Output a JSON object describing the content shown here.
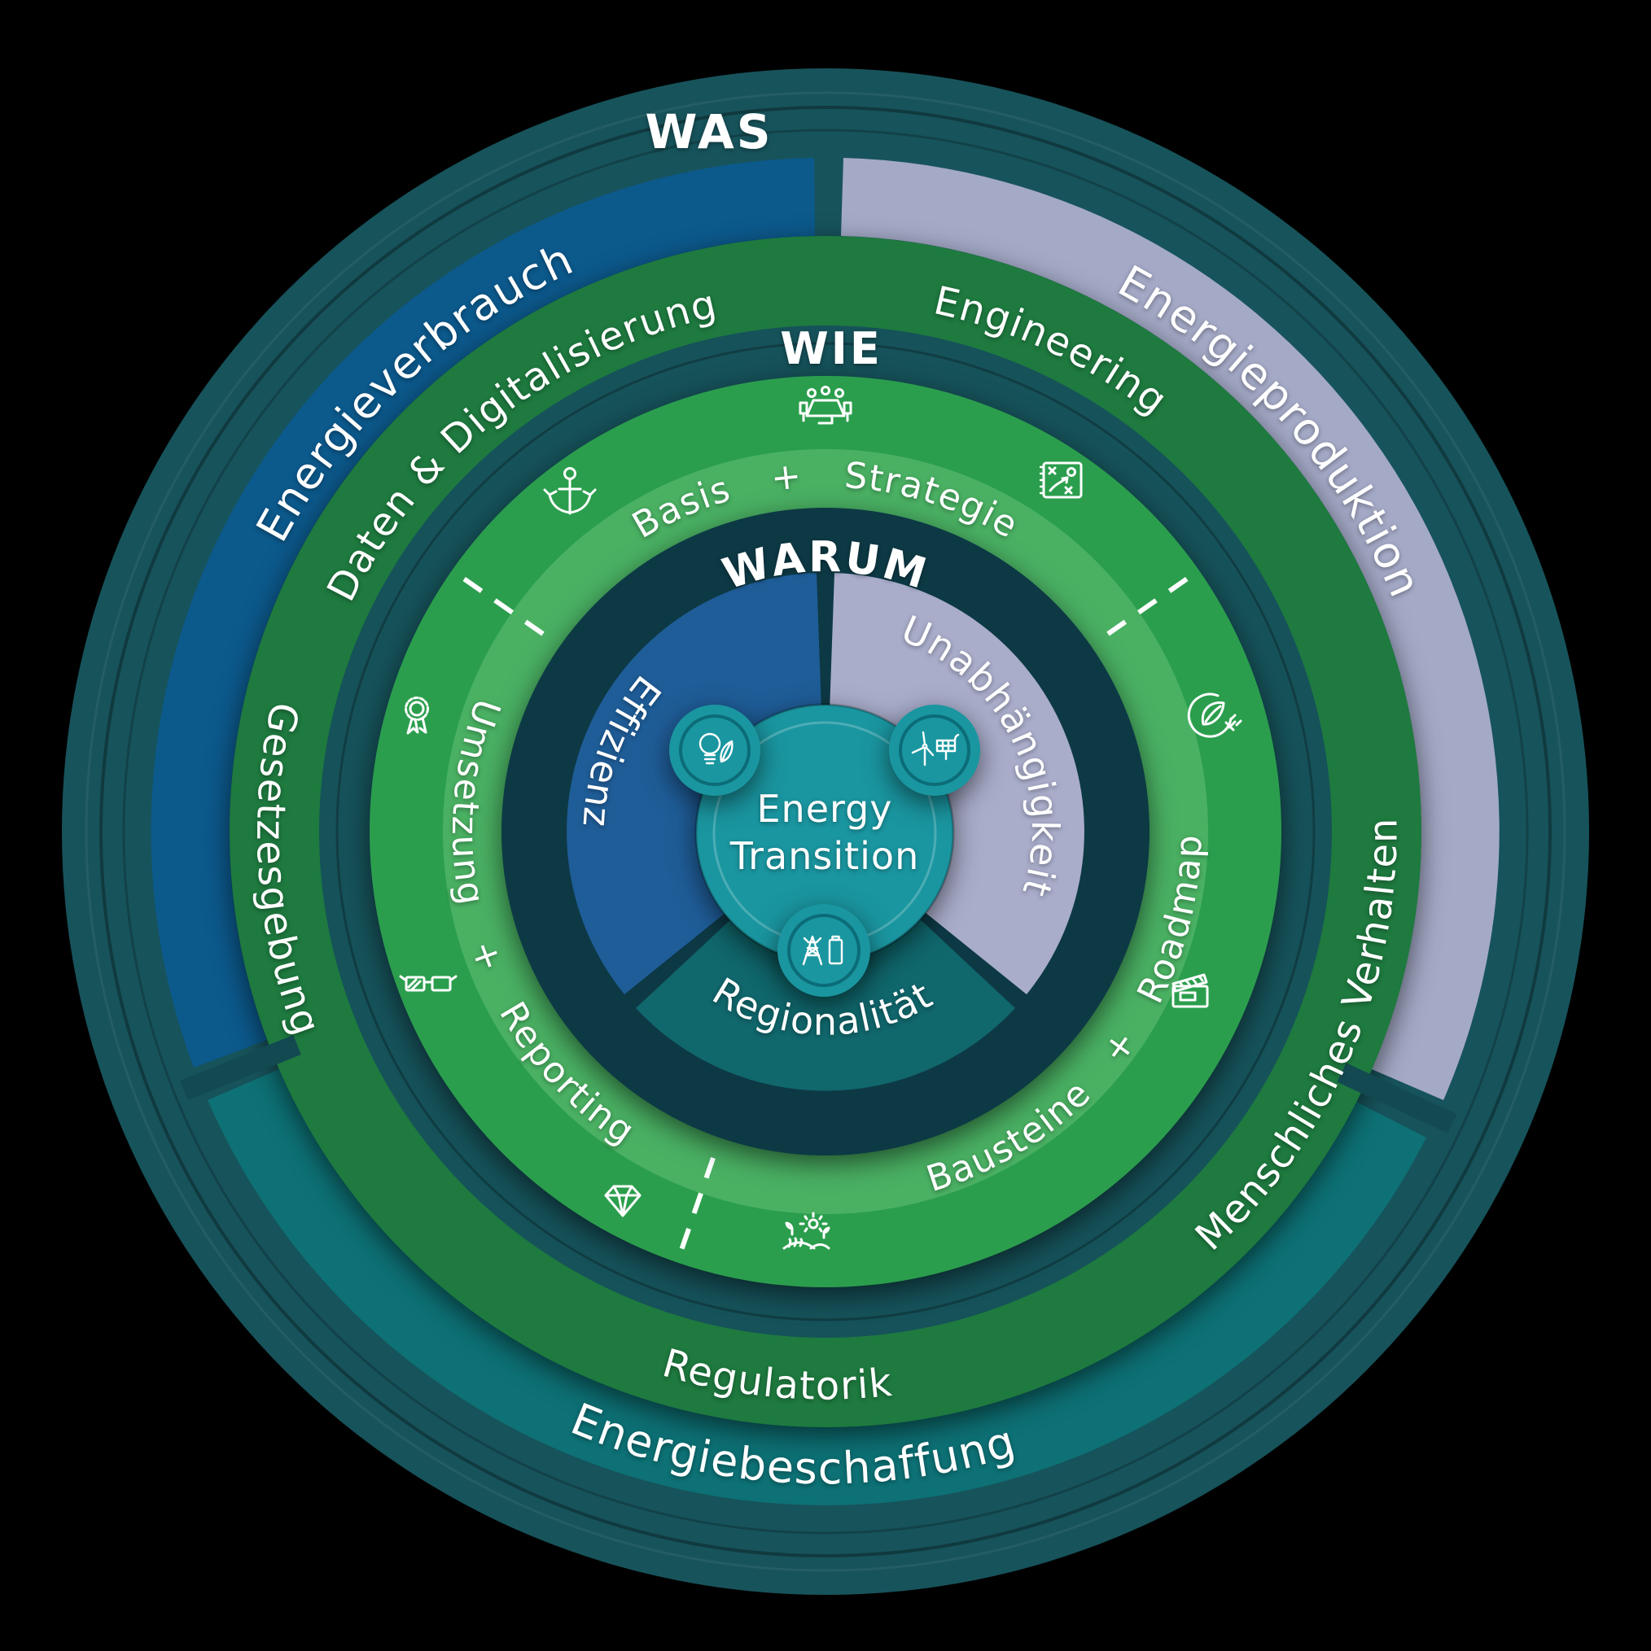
{
  "diagram": {
    "center": {
      "line1": "Energy",
      "line2": "Transition"
    },
    "warum": {
      "title": "WARUM",
      "segments": [
        {
          "label": "Effizienz"
        },
        {
          "label": "Unabhängigkeit"
        },
        {
          "label": "Regionalität"
        }
      ]
    },
    "wie": {
      "title": "WIE",
      "segments": [
        {
          "label": "Basis + Strategie"
        },
        {
          "label": "Umsetzung + Reporting"
        },
        {
          "label": "Bausteine + Roadmap"
        }
      ]
    },
    "context_ring": {
      "top_left": "Daten & Digitalisierung",
      "top_right": "Engineering",
      "left": "Gesetzesgebung",
      "bottom": "Regulatorik",
      "right": "Menschliches Verhalten"
    },
    "was": {
      "title": "WAS",
      "segments": [
        {
          "label": "Energieverbrauch"
        },
        {
          "label": "Energieproduktion"
        },
        {
          "label": "Energiebeschaffung"
        }
      ]
    }
  },
  "icons": {
    "wie_ring": [
      "meeting-icon",
      "strategy-board-icon",
      "eco-plug-icon",
      "clapperboard-icon",
      "agriculture-icon",
      "diamond-icon",
      "3d-glasses-icon",
      "award-icon",
      "anchor-icon"
    ],
    "center_bubbles": [
      "lightbulb-leaf-icon",
      "wind-solar-icon",
      "pylon-battery-icon"
    ]
  },
  "colors": {
    "background": "#000000",
    "disc_teal": "#17535b",
    "blue_segment": "#0c598c",
    "lavender_segment": "#a4a9c6",
    "teal_segment": "#0d7175",
    "dark_green_ring": "#1e7a3f",
    "wie_band": "#16525a",
    "green_ring": "#2b9e4d",
    "light_green_ring": "#4ab163",
    "warum_disc": "#0d3945",
    "effizienz_blue": "#1f5d98",
    "unabhaengigkeit_lavender": "#a9adca",
    "regionalitaet_teal": "#10676c",
    "bubble_teal": "#1a96a0",
    "bubble_ring": "#0b6c77",
    "stem_teal": "#11808b",
    "text": "#ffffff"
  }
}
